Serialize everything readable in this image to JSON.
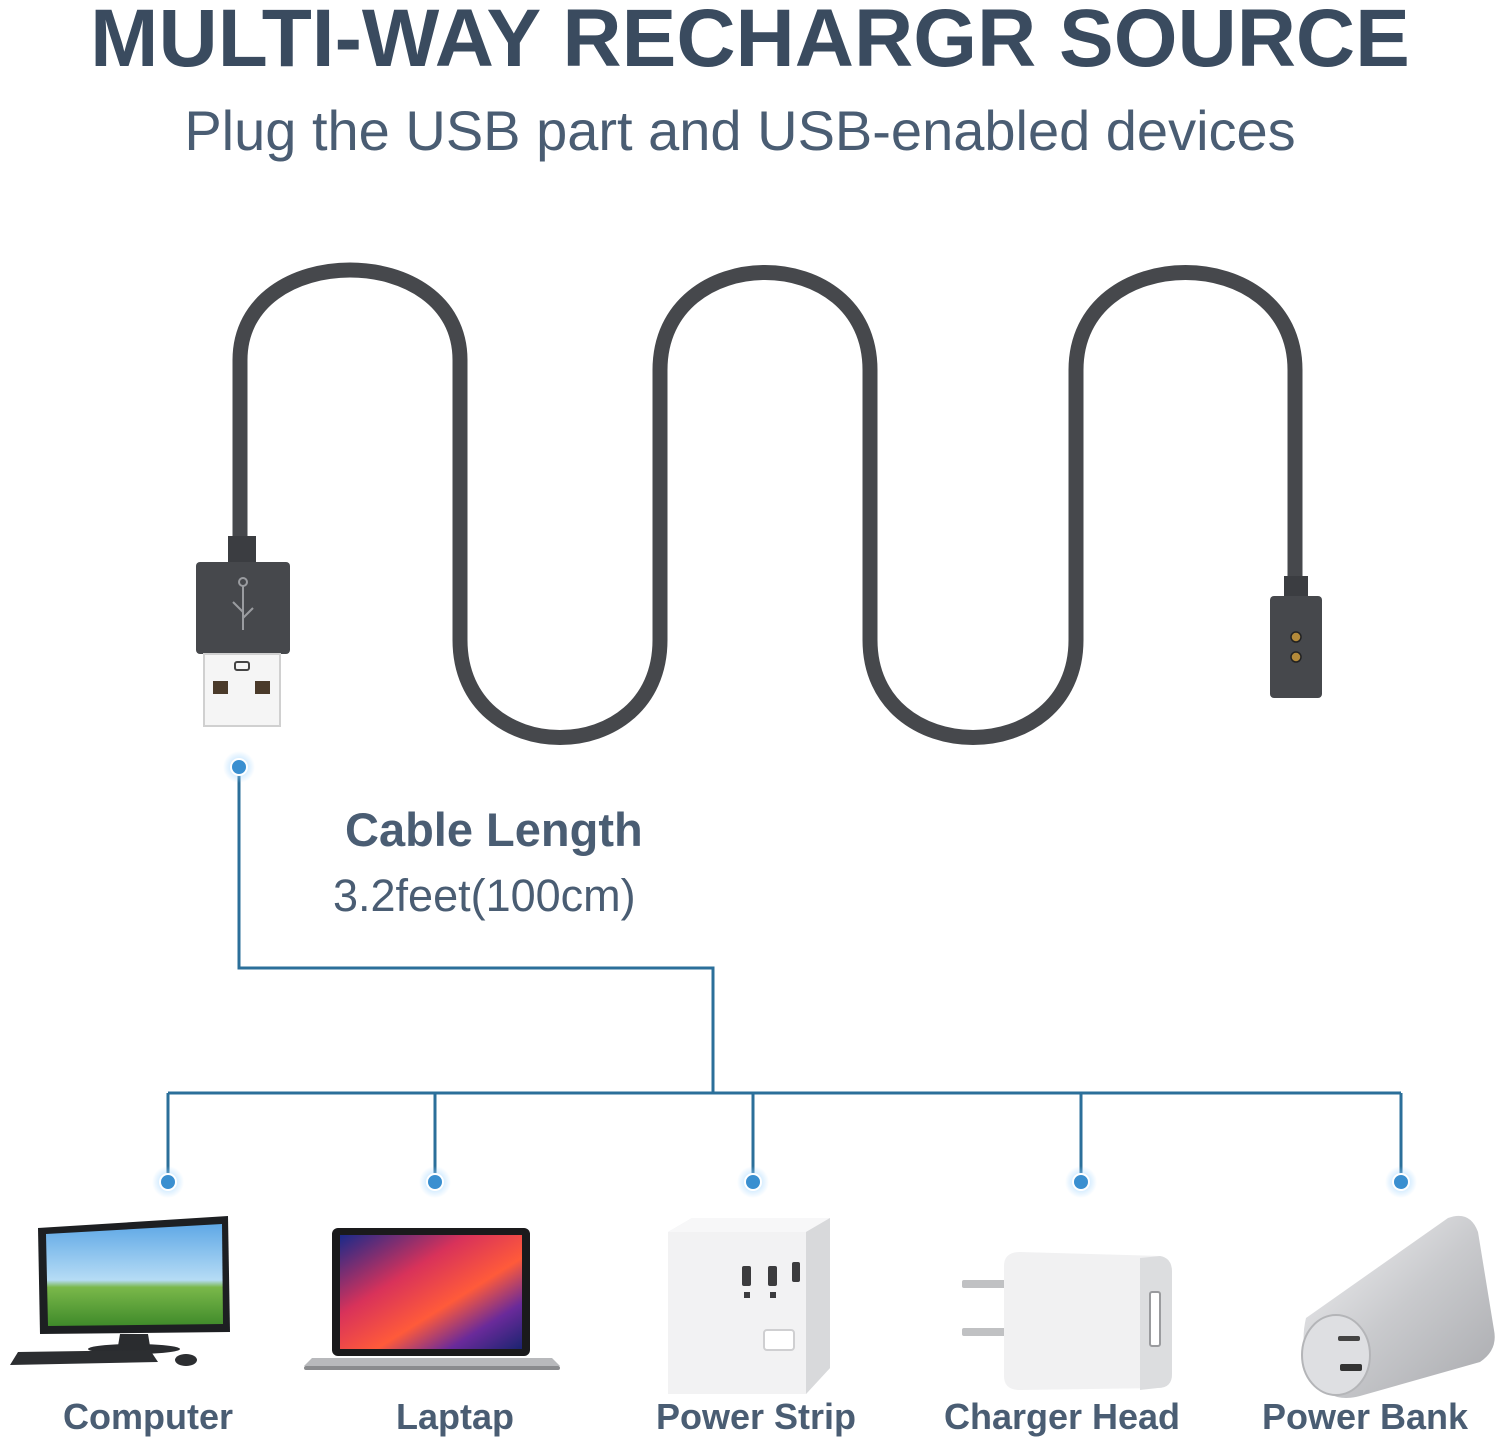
{
  "header": {
    "title": "MULTI-WAY RECHARGR SOURCE",
    "subtitle": "Plug the USB part and USB-enabled devices"
  },
  "spec": {
    "label": "Cable Length",
    "value": "3.2feet(100cm)"
  },
  "devices": [
    {
      "label": "Computer",
      "icon": "computer-icon"
    },
    {
      "label": "Laptap",
      "icon": "laptop-icon"
    },
    {
      "label": "Power Strip",
      "icon": "power-strip-icon"
    },
    {
      "label": "Charger Head",
      "icon": "charger-head-icon"
    },
    {
      "label": "Power Bank",
      "icon": "power-bank-icon"
    }
  ],
  "colors": {
    "text": "#4a5d73",
    "cable": "#46484c",
    "connector_line": "#2b6f9a",
    "dot": "#3a8fd0"
  }
}
